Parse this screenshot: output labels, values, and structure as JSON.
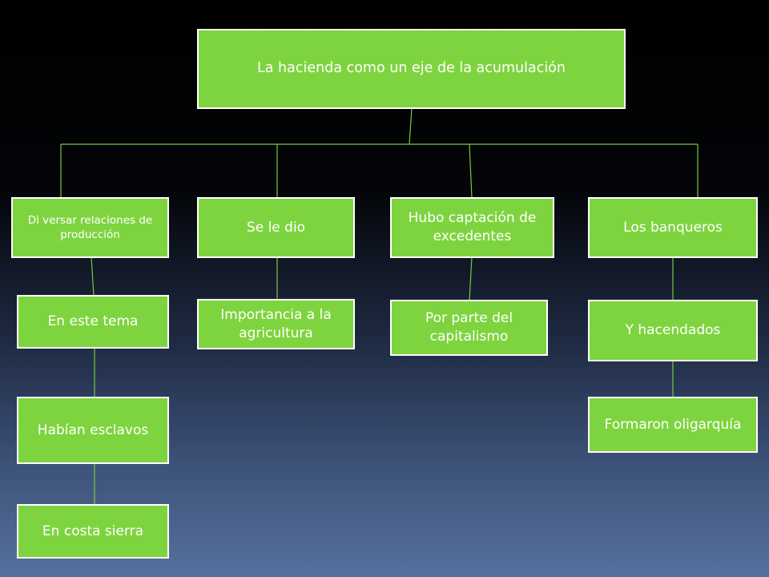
{
  "root": {
    "label": "La hacienda como un eje de la acumulación"
  },
  "columns": [
    {
      "nodes": [
        "Di versar relaciones de producción",
        "En este tema",
        "Habían esclavos",
        "En costa sierra"
      ]
    },
    {
      "nodes": [
        "Se le dio",
        "Importancia a la agricultura"
      ]
    },
    {
      "nodes": [
        "Hubo captación de excedentes",
        "Por parte del capitalismo"
      ]
    },
    {
      "nodes": [
        "Los banqueros",
        "Y hacendados",
        "Formaron oligarquía"
      ]
    }
  ],
  "colors": {
    "box_fill": "#7ed43f",
    "box_border": "#ffffff",
    "connector": "#79c943",
    "text": "#ffffff"
  }
}
